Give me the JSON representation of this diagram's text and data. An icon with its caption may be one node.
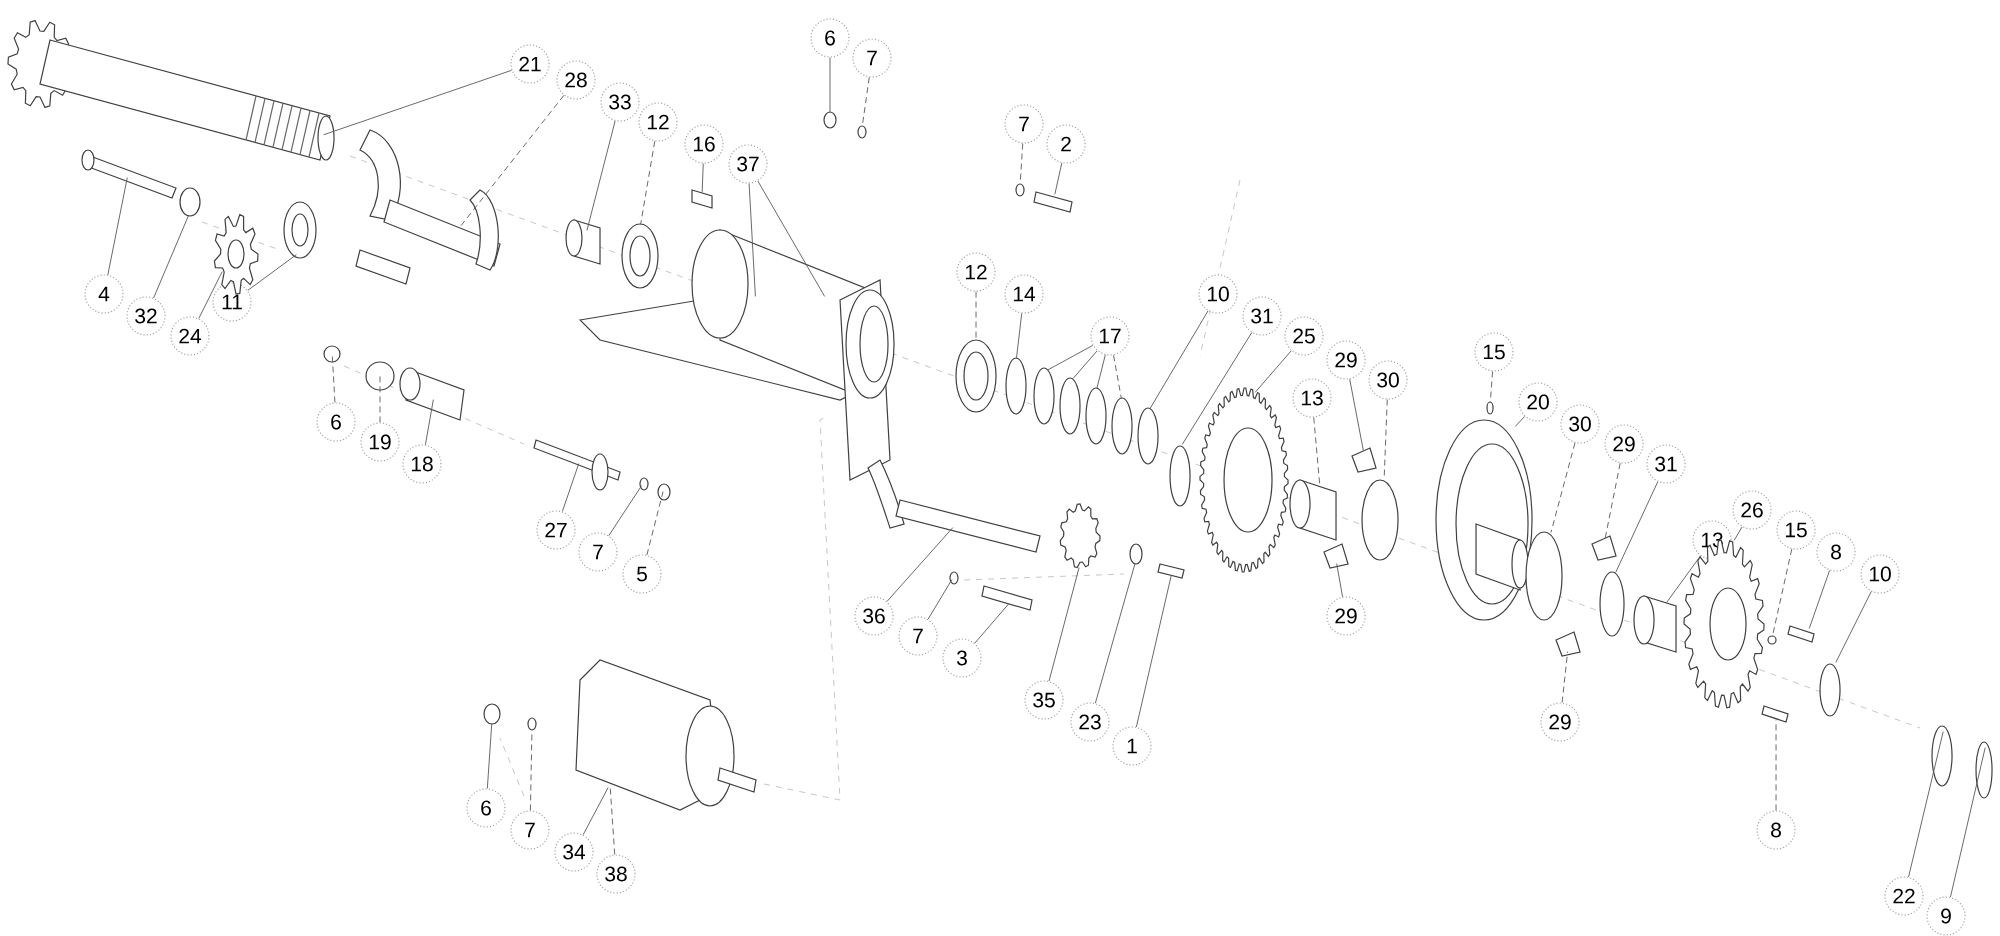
{
  "diagram": {
    "nodes": [
      {
        "text": [
          "6"
        ]
      },
      {
        "text": [
          "7"
        ]
      },
      {
        "text": [
          "21"
        ]
      },
      {
        "text": [
          "28"
        ]
      },
      {
        "text": [
          "33"
        ]
      },
      {
        "text": [
          "12"
        ]
      },
      {
        "text": [
          "7"
        ]
      },
      {
        "text": [
          "2"
        ]
      },
      {
        "text": [
          "16"
        ]
      },
      {
        "text": [
          "37"
        ]
      },
      {
        "text": [
          "12"
        ]
      },
      {
        "text": [
          "14"
        ]
      },
      {
        "text": [
          "10"
        ]
      },
      {
        "text": [
          "4"
        ]
      },
      {
        "text": [
          "11"
        ]
      },
      {
        "text": [
          "31"
        ]
      },
      {
        "text": [
          "32"
        ]
      },
      {
        "text": [
          "24"
        ]
      },
      {
        "text": [
          "17"
        ]
      },
      {
        "text": [
          "25"
        ]
      },
      {
        "text": [
          "29"
        ]
      },
      {
        "text": [
          "30"
        ]
      },
      {
        "text": [
          "15"
        ]
      },
      {
        "text": [
          "13"
        ]
      },
      {
        "text": [
          "20"
        ]
      },
      {
        "text": [
          "6"
        ]
      },
      {
        "text": [
          "30"
        ]
      },
      {
        "text": [
          "19"
        ]
      },
      {
        "text": [
          "29"
        ]
      },
      {
        "text": [
          "18"
        ]
      },
      {
        "text": [
          "31"
        ]
      },
      {
        "text": [
          "26"
        ]
      },
      {
        "text": [
          "15"
        ]
      },
      {
        "text": [
          "27"
        ]
      },
      {
        "text": [
          "13"
        ]
      },
      {
        "text": [
          "8"
        ]
      },
      {
        "text": [
          "7"
        ]
      },
      {
        "text": [
          "10"
        ]
      },
      {
        "text": [
          "5"
        ]
      },
      {
        "text": [
          "29"
        ]
      },
      {
        "text": [
          "36"
        ]
      },
      {
        "text": [
          "7"
        ]
      },
      {
        "text": [
          "3"
        ]
      },
      {
        "text": [
          "35"
        ]
      },
      {
        "text": [
          "23"
        ]
      },
      {
        "text": [
          "29"
        ]
      },
      {
        "text": [
          "1"
        ]
      },
      {
        "text": [
          "6"
        ]
      },
      {
        "text": [
          "7"
        ]
      },
      {
        "text": [
          "8"
        ]
      },
      {
        "text": [
          "34"
        ]
      },
      {
        "text": [
          "38"
        ]
      },
      {
        "text": [
          "22"
        ]
      },
      {
        "text": [
          "9"
        ]
      },
      {
        "text": [],
        "shape": "picture"
      },
      {
        "text": [],
        "shape": "cylinder"
      },
      {
        "text": [],
        "shape": "circle"
      },
      {
        "text": [],
        "shape": "picture"
      },
      {
        "text": [],
        "shape": "circle"
      },
      {
        "text": [],
        "shape": "picture"
      },
      {
        "text": [],
        "shape": "cylinder"
      },
      {
        "text": [],
        "shape": "circle"
      },
      {
        "text": [],
        "shape": "box"
      },
      {
        "text": [],
        "shape": "picture"
      },
      {
        "text": [],
        "shape": "circle"
      },
      {
        "text": [],
        "shape": "circle"
      },
      {
        "text": [],
        "shape": "circle"
      },
      {
        "text": [],
        "shape": "box"
      },
      {
        "text": [],
        "shape": "circle"
      },
      {
        "text": [],
        "shape": "circle"
      },
      {
        "text": [],
        "shape": "cylinder"
      },
      {
        "text": [],
        "shape": "cylinder"
      },
      {
        "text": [],
        "shape": "circle"
      },
      {
        "text": [],
        "shape": "circle"
      },
      {
        "text": [],
        "shape": "circle"
      },
      {
        "text": [],
        "shape": "circle"
      },
      {
        "text": [],
        "shape": "circle"
      },
      {
        "text": [],
        "shape": "circle"
      },
      {
        "text": [],
        "shape": "circle"
      },
      {
        "text": [],
        "shape": "circle"
      },
      {
        "text": [],
        "shape": "circle"
      },
      {
        "text": [],
        "shape": "circle"
      },
      {
        "text": [],
        "shape": "picture"
      },
      {
        "text": [],
        "shape": "cylinder"
      },
      {
        "text": [],
        "shape": "box"
      },
      {
        "text": [],
        "shape": "circle"
      },
      {
        "text": [],
        "shape": "box"
      },
      {
        "text": [],
        "shape": "circle"
      },
      {
        "text": [],
        "shape": "picture"
      },
      {
        "text": [],
        "shape": "circle"
      },
      {
        "text": [],
        "shape": "box"
      },
      {
        "text": [],
        "shape": "circle"
      },
      {
        "text": [],
        "shape": "box"
      },
      {
        "text": [],
        "shape": "cylinder"
      },
      {
        "text": [],
        "shape": "picture"
      },
      {
        "text": [],
        "shape": "circle"
      },
      {
        "text": [],
        "shape": "box"
      },
      {
        "text": [],
        "shape": "box"
      },
      {
        "text": [],
        "shape": "circle"
      },
      {
        "text": [],
        "shape": "circle"
      },
      {
        "text": [],
        "shape": "circle"
      },
      {
        "text": [],
        "shape": "picture"
      },
      {
        "text": [],
        "shape": "circle"
      },
      {
        "text": [],
        "shape": "box"
      },
      {
        "text": [],
        "shape": "picture"
      },
      {
        "text": [],
        "shape": "circle"
      },
      {
        "text": [],
        "shape": "box"
      },
      {
        "text": [],
        "shape": "circle"
      },
      {
        "text": [],
        "shape": "circle"
      },
      {
        "text": [],
        "shape": "picture"
      }
    ],
    "edges": [
      {
        "from": 0,
        "to": 64,
        "arrow": "none"
      },
      {
        "from": 1,
        "to": 65,
        "arrow": "none",
        "style": "dashed"
      },
      {
        "from": 2,
        "to": 54,
        "arrow": "none"
      },
      {
        "from": 3,
        "to": 59,
        "arrow": "none",
        "style": "dashed"
      },
      {
        "from": 4,
        "to": 60,
        "arrow": "none"
      },
      {
        "from": 5,
        "to": 61,
        "arrow": "none",
        "style": "dashed"
      },
      {
        "from": 6,
        "to": 66,
        "arrow": "none",
        "style": "dashed"
      },
      {
        "from": 7,
        "to": 67,
        "arrow": "none"
      },
      {
        "from": 8,
        "to": 62,
        "arrow": "none"
      },
      {
        "from": 9,
        "to": 63,
        "arrow": "none"
      },
      {
        "from": 9,
        "to": 63,
        "arrow": "none"
      },
      {
        "from": 10,
        "to": 74,
        "arrow": "none",
        "style": "dashed"
      },
      {
        "from": 11,
        "to": 75,
        "arrow": "none"
      },
      {
        "from": 12,
        "to": 80,
        "arrow": "none"
      },
      {
        "from": 13,
        "to": 55,
        "arrow": "none"
      },
      {
        "from": 14,
        "to": 58,
        "arrow": "none"
      },
      {
        "from": 15,
        "to": 81,
        "arrow": "none"
      },
      {
        "from": 16,
        "to": 56,
        "arrow": "none"
      },
      {
        "from": 17,
        "to": 57,
        "arrow": "none"
      },
      {
        "from": 18,
        "to": 76,
        "arrow": "none"
      },
      {
        "from": 18,
        "to": 77,
        "arrow": "none"
      },
      {
        "from": 18,
        "to": 78,
        "arrow": "none"
      },
      {
        "from": 18,
        "to": 79,
        "arrow": "none",
        "style": "dashed"
      },
      {
        "from": 19,
        "to": 82,
        "arrow": "none"
      },
      {
        "from": 20,
        "to": 84,
        "arrow": "none"
      },
      {
        "from": 21,
        "to": 85,
        "arrow": "none",
        "style": "dashed"
      },
      {
        "from": 22,
        "to": 87,
        "arrow": "none",
        "style": "dashed"
      },
      {
        "from": 23,
        "to": 83,
        "arrow": "none",
        "style": "dashed"
      },
      {
        "from": 24,
        "to": 88,
        "arrow": "none"
      },
      {
        "from": 25,
        "to": 68,
        "arrow": "none",
        "style": "dashed"
      },
      {
        "from": 26,
        "to": 89,
        "arrow": "none",
        "style": "dashed"
      },
      {
        "from": 27,
        "to": 69,
        "arrow": "none",
        "style": "dashed"
      },
      {
        "from": 28,
        "to": 90,
        "arrow": "none",
        "style": "dashed"
      },
      {
        "from": 29,
        "to": 70,
        "arrow": "none"
      },
      {
        "from": 30,
        "to": 91,
        "arrow": "none"
      },
      {
        "from": 31,
        "to": 94,
        "arrow": "none"
      },
      {
        "from": 32,
        "to": 95,
        "arrow": "none",
        "style": "dashed"
      },
      {
        "from": 33,
        "to": 71,
        "arrow": "none"
      },
      {
        "from": 34,
        "to": 93,
        "arrow": "none"
      },
      {
        "from": 35,
        "to": 96,
        "arrow": "none"
      },
      {
        "from": 36,
        "to": 72,
        "arrow": "none"
      },
      {
        "from": 37,
        "to": 98,
        "arrow": "none"
      },
      {
        "from": 38,
        "to": 73,
        "arrow": "none",
        "style": "dashed"
      },
      {
        "from": 39,
        "to": 86,
        "arrow": "none"
      },
      {
        "from": 40,
        "to": 101,
        "arrow": "none"
      },
      {
        "from": 41,
        "to": 102,
        "arrow": "none"
      },
      {
        "from": 42,
        "to": 103,
        "arrow": "none"
      },
      {
        "from": 43,
        "to": 104,
        "arrow": "none"
      },
      {
        "from": 44,
        "to": 105,
        "arrow": "none"
      },
      {
        "from": 45,
        "to": 92,
        "arrow": "none",
        "style": "dashed"
      },
      {
        "from": 46,
        "to": 106,
        "arrow": "none"
      },
      {
        "from": 47,
        "to": 107,
        "arrow": "none"
      },
      {
        "from": 48,
        "to": 108,
        "arrow": "none",
        "style": "dashed"
      },
      {
        "from": 49,
        "to": 97,
        "arrow": "none",
        "style": "dashed"
      },
      {
        "from": 50,
        "to": 109,
        "arrow": "none"
      },
      {
        "from": 51,
        "to": 109,
        "arrow": "none",
        "style": "dashed"
      },
      {
        "from": 52,
        "to": 99,
        "arrow": "none"
      },
      {
        "from": 53,
        "to": 100,
        "arrow": "none"
      }
    ]
  }
}
